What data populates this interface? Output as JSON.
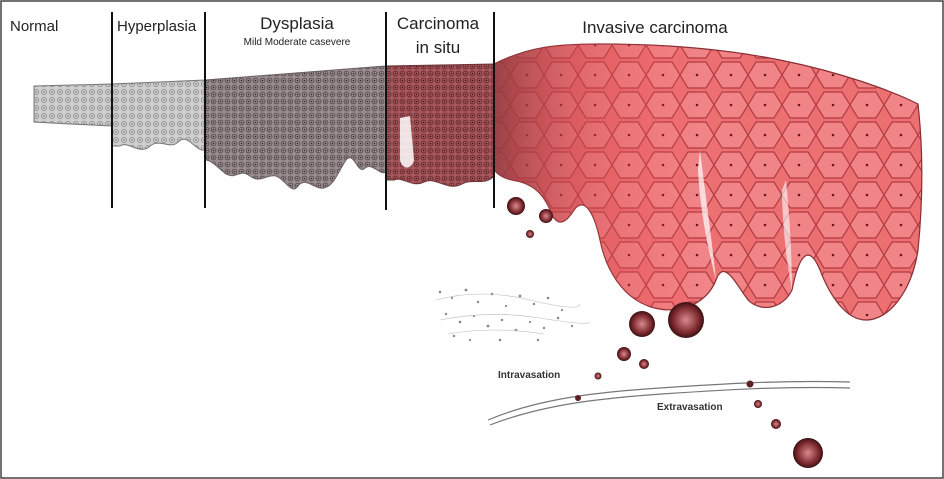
{
  "diagram": {
    "stages": [
      {
        "id": "normal",
        "label": "Normal"
      },
      {
        "id": "hyperplasia",
        "label": "Hyperplasia"
      },
      {
        "id": "dysplasia",
        "label": "Dysplasia",
        "sublabel": "Mild Moderate casevere"
      },
      {
        "id": "cis",
        "label_line1": "Carcinoma",
        "label_line2": "in situ"
      },
      {
        "id": "invasive",
        "label": "Invasive carcinoma"
      }
    ],
    "annotations": {
      "intravasation": "Intravasation",
      "extravasation": "Extravasation"
    },
    "colors": {
      "normal_tissue": "#c8c8c8",
      "dysplastic_tissue": "#8a7a7c",
      "cis_tissue": "#8e5f63",
      "invasive_dark": "#9b3a3f",
      "invasive_light": "#ef6b6e",
      "divider": "#111111",
      "vessel": "#777777"
    }
  }
}
